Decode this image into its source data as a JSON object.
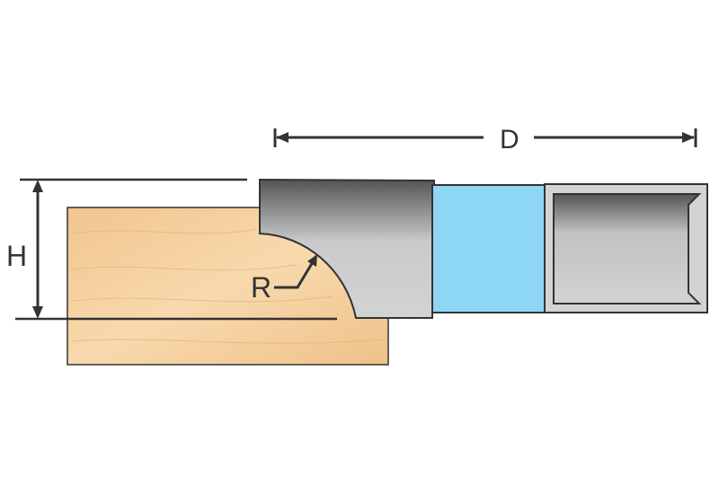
{
  "labels": {
    "height": "H",
    "diameter": "D",
    "radius": "R"
  },
  "colors": {
    "wood_light": "#f6d3a3",
    "wood_dark": "#e8b87a",
    "blue": "#8dd6f5",
    "line": "#333333",
    "steel_dark": "#5a5a5c",
    "steel_light": "#d2d3d5"
  }
}
